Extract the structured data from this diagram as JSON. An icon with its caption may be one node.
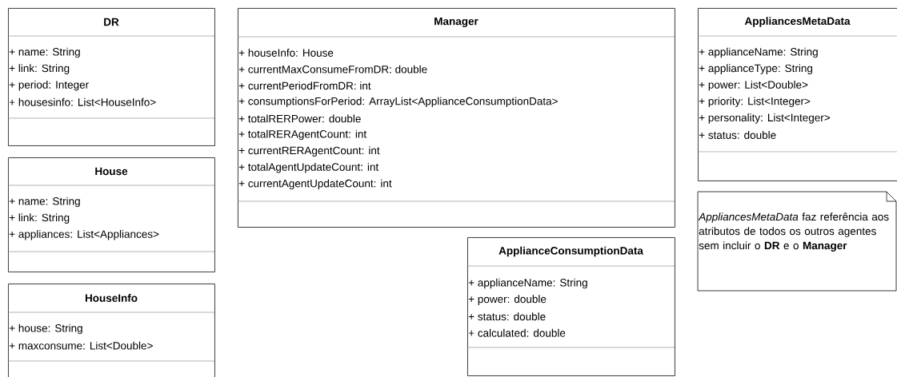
{
  "diagram": {
    "nodes": [
      {
        "text": [
          "DR",
          "+ name: String",
          "+ link: String",
          "+ period: Integer",
          "+ housesinfo: List<HouseInfo>"
        ]
      },
      {
        "text": [
          "House",
          "+ name: String",
          "+ link: String",
          "+ appliances: List<Appliances>"
        ]
      },
      {
        "text": [
          "HouseInfo",
          "+ house: String",
          "+ maxconsume: List<Double>"
        ]
      },
      {
        "text": [
          "Manager",
          "+ houseInfo: House",
          "+ currentMaxConsumeFromDR: double",
          "+ currentPeriodFromDR: int",
          "+ consumptionsForPeriod: ArrayList<ApplianceConsumptionData>",
          "+ totalRERPower: double",
          "+ totalRERAgentCount: int",
          "+ currentRERAgentCount: int",
          "+ totalAgentUpdateCount: int",
          "+ currentAgentUpdateCount: int"
        ]
      },
      {
        "text": [
          "ApplianceConsumptionData",
          "+ applianceName: String",
          "+ power: double",
          "+ status: double",
          "+ calculated: double"
        ]
      },
      {
        "text": [
          "AppliancesMetaData",
          "+ applianceName: String",
          "+ applianceType: String",
          "+ power: List<Double>",
          "+ priority: List<Integer>",
          "+ personality: List<Integer>",
          "+ status: double"
        ]
      },
      {
        "text": [
          "*AppliancesMetaData* faz referência aos atributos de todos os outros agentes sem incluir o **DR** e o **Manager**"
        ]
      }
    ]
  }
}
